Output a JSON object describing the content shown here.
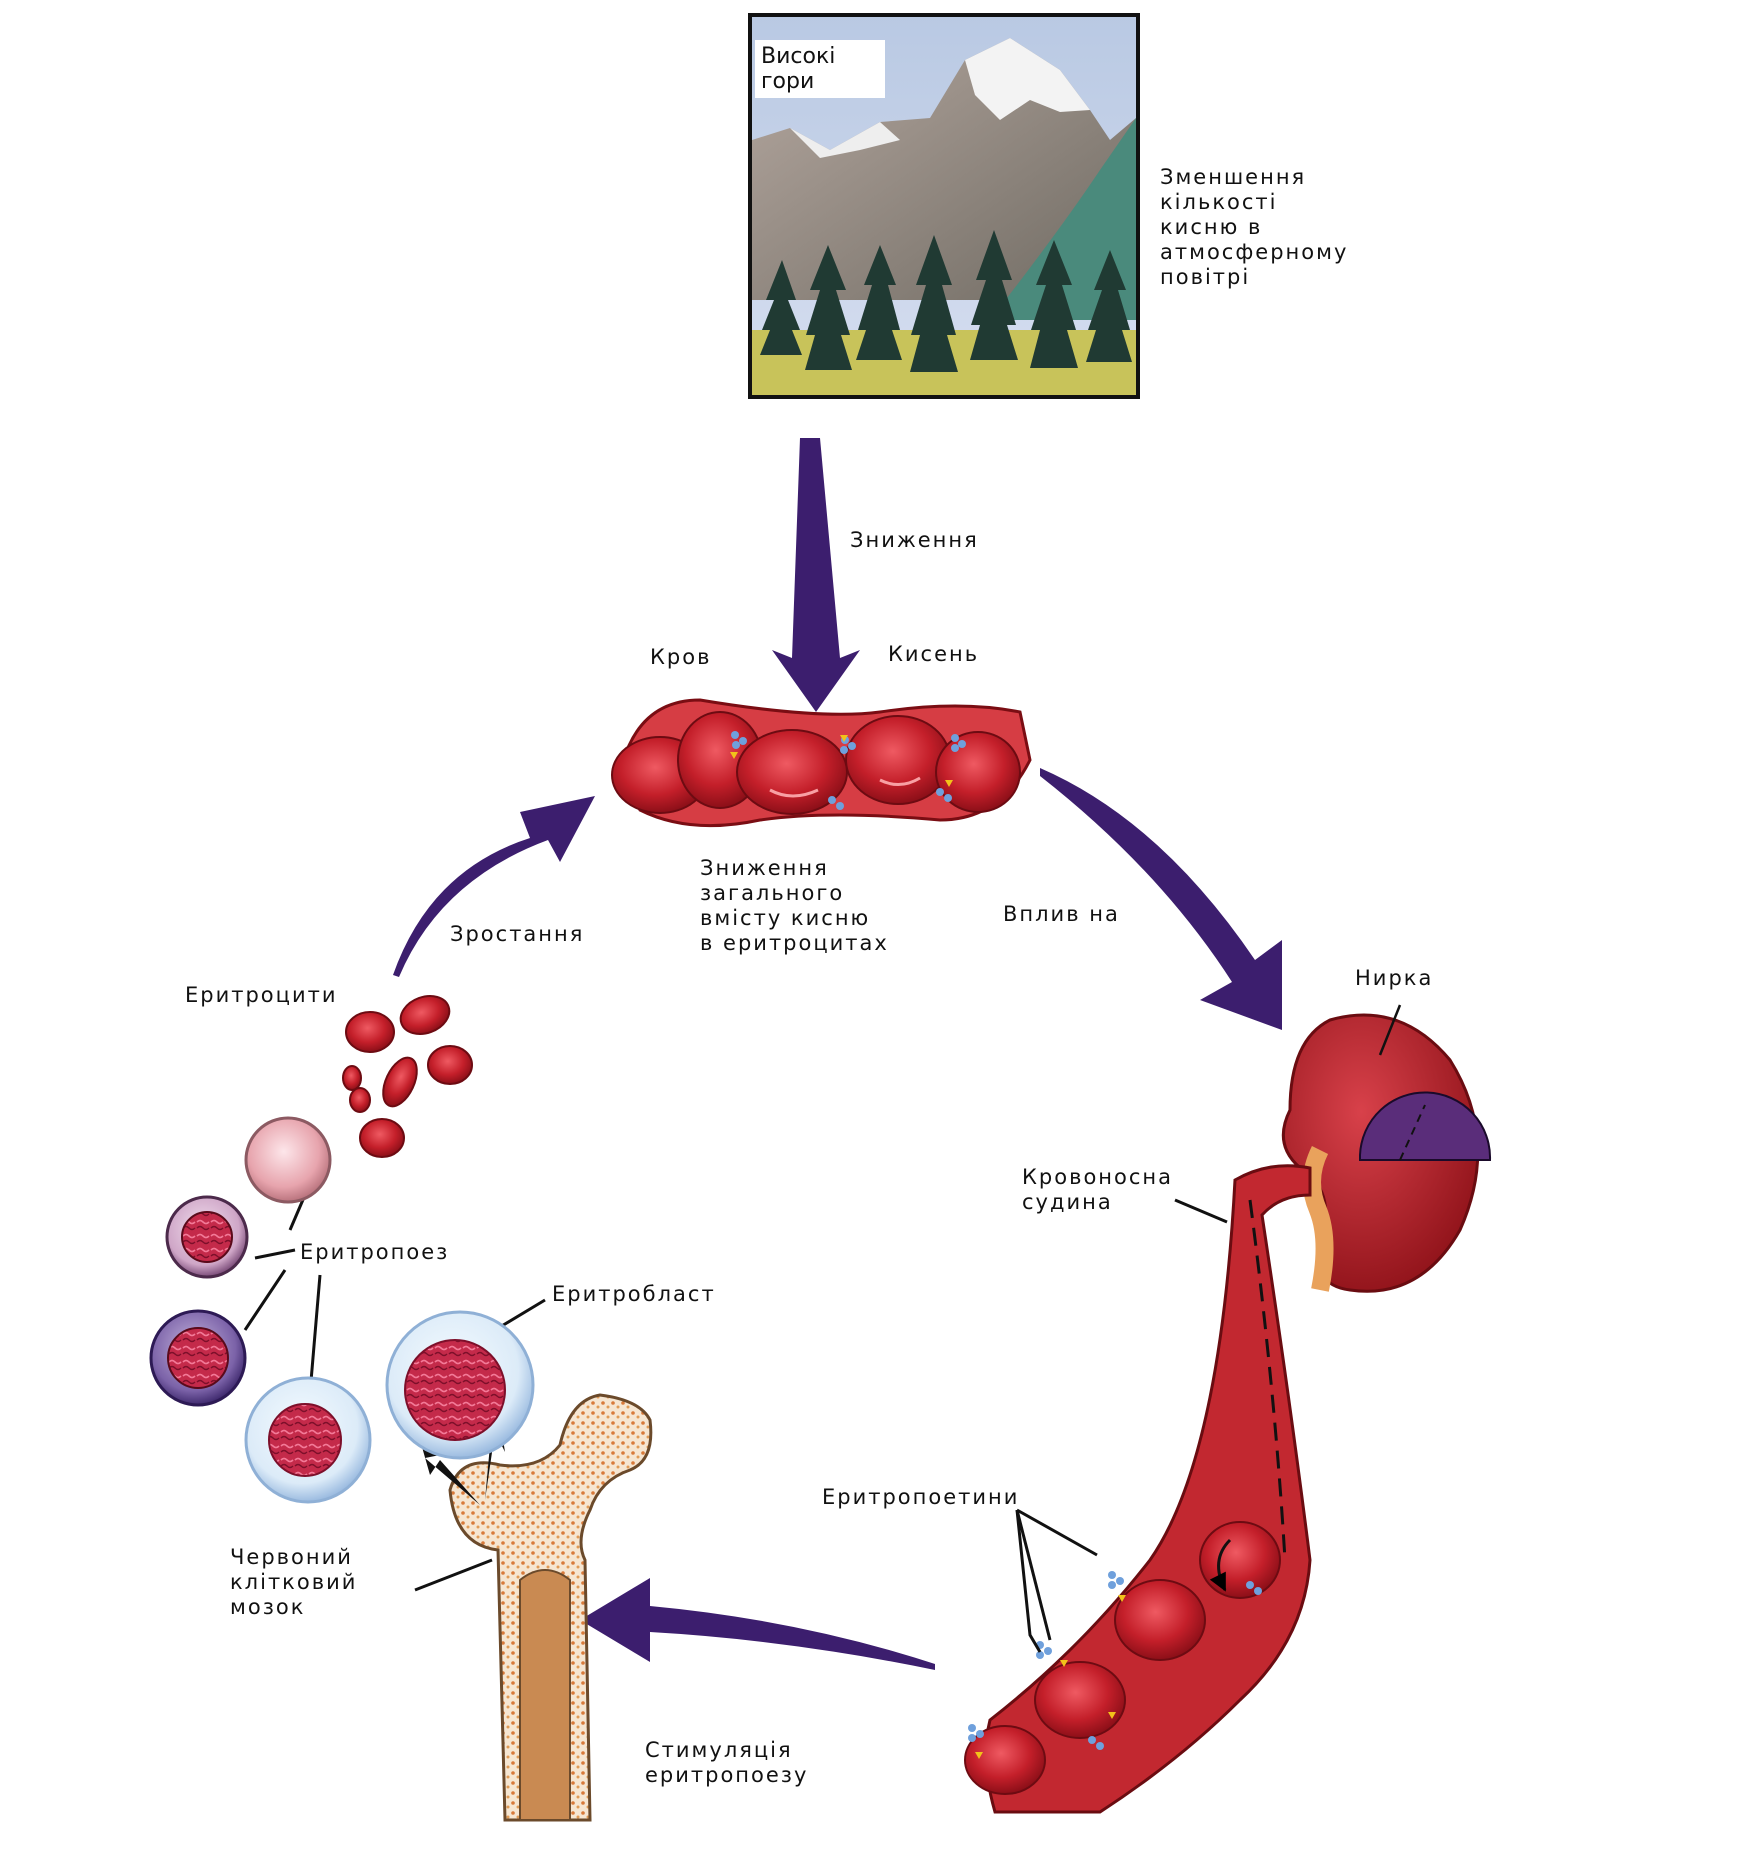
{
  "labels": {
    "mountain_title": "Високі\nгори",
    "oxygen_decrease": "Зменшення\nкількості\nкисню в\nатмосферному\nповітрі",
    "decrease": "Зниження",
    "blood": "Кров",
    "oxygen": "Кисень",
    "oxygen_content_decrease": "Зниження\nзагального\nвмісту кисню\nв еритроцитах",
    "influence_on": "Вплив на",
    "kidney": "Нирка",
    "blood_vessel": "Кровоносна\nсудина",
    "erythropoietins": "Еритропоетини",
    "stimulation": "Стимуляція\nеритропоезу",
    "red_bone_marrow": "Червоний\nклітковий\nмозок",
    "erythroblast": "Еритробласт",
    "erythropoiesis": "Еритропоез",
    "erythrocytes": "Еритроцити",
    "growth": "Зростання"
  },
  "colors": {
    "arrow": "#3c1e6e",
    "blood": "#b81c24",
    "sky": "#c7d4e8",
    "cell_border": "#8fb0d6"
  }
}
